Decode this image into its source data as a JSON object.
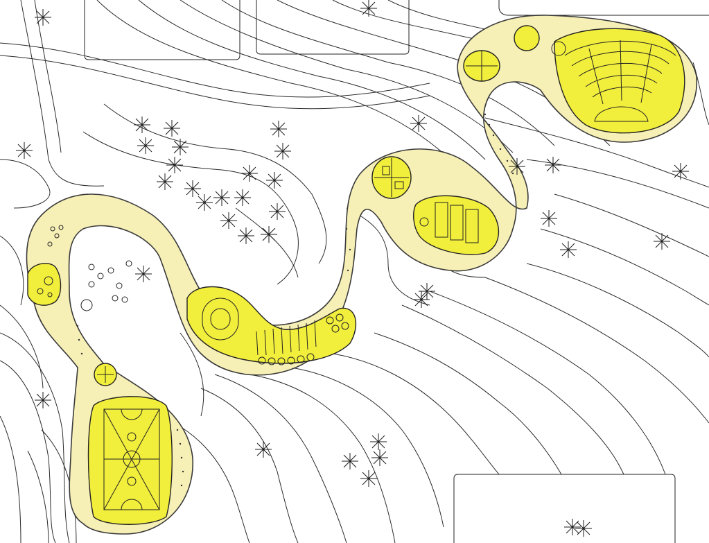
{
  "drawing": {
    "kind": "site plan",
    "colors": {
      "background": "#ffffff",
      "contour_lines": "#2b2b2b",
      "walkway_fill": "#f6efb6",
      "facility_fill": "#f2ee3c",
      "outline": "#222222"
    },
    "facilities": [
      "basketball-court",
      "small-round-pavilion",
      "play-pod",
      "stadium-seating-pod",
      "room-pod",
      "dining-pod",
      "amphitheater"
    ],
    "text_labels": []
  }
}
